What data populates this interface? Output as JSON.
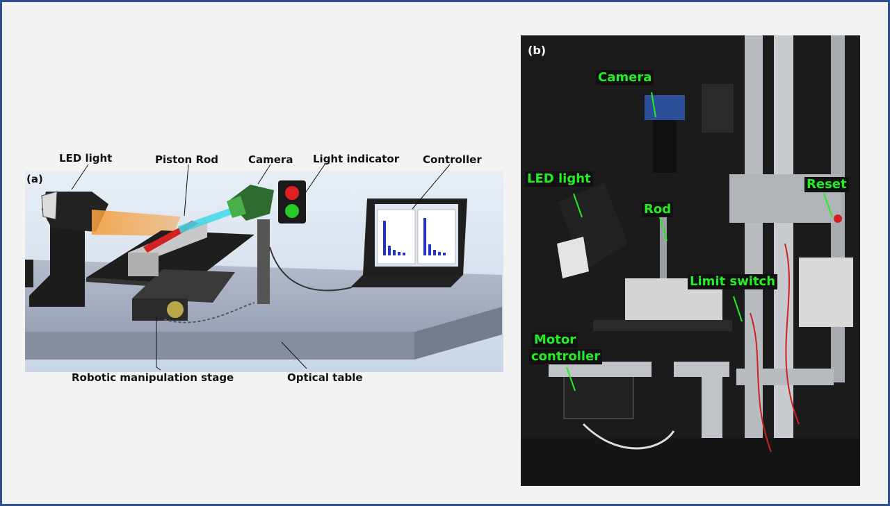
{
  "panel_a": {
    "letter": "(a)",
    "callouts": {
      "led_light": "LED light",
      "piston_rod": "Piston Rod",
      "camera": "Camera",
      "light_indicator": "Light indicator",
      "controller": "Controller",
      "robotic_stage": "Robotic manipulation stage",
      "optical_table": "Optical table"
    }
  },
  "panel_b": {
    "letter": "(b)",
    "callouts": {
      "camera": "Camera",
      "led_light": "LED light",
      "rod": "Rod",
      "reset": "Reset",
      "limit_switch": "Limit switch",
      "motor_controller_1": "Motor",
      "motor_controller_2": "controller"
    }
  },
  "colors": {
    "frame_border": "#2f4f8f",
    "callout_green": "#22ee22",
    "light_red": "#e02020",
    "light_green": "#28c828",
    "beam_orange": "#f5a040",
    "beam_cyan": "#40d8e8"
  }
}
